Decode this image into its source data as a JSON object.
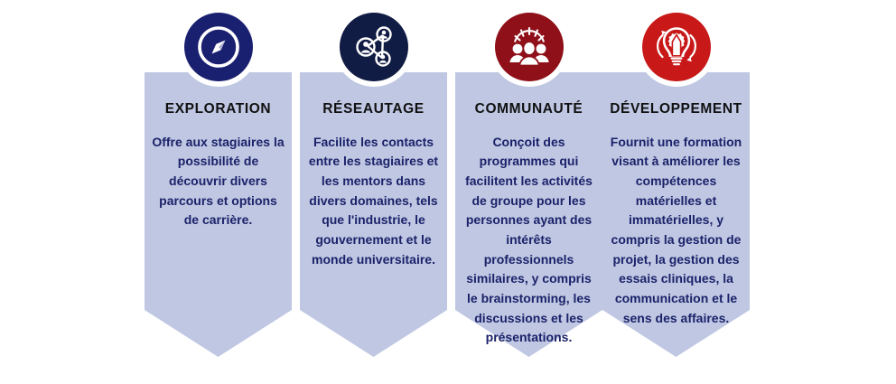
{
  "background_color": "#ffffff",
  "banner_color": "#bfc7e3",
  "title_color": "#111111",
  "body_color": "#1b2269",
  "panels": [
    {
      "icon_name": "compass-icon",
      "icon_color": "#1a2070",
      "title": "EXPLORATION",
      "body": "Offre aux stagiaires la possibilité de découvrir divers parcours et options de carrière."
    },
    {
      "icon_name": "people-network-icon",
      "icon_color": "#111c44",
      "title": "RÉSEAUTAGE",
      "body": "Facilite les contacts entre les stagiaires et les mentors dans divers domaines, tels que l'industrie, le gouvernement et le monde universitaire."
    },
    {
      "icon_name": "community-group-icon",
      "icon_color": "#8f1018",
      "title": "COMMUNAUTÉ",
      "body": "Conçoit des programmes qui facilitent les activités de groupe pour les personnes ayant des intérêts professionnels similaires, y compris le brainstorming, les discussions et les présentations."
    },
    {
      "icon_name": "lightbulb-gear-pencil-icon",
      "icon_color": "#c81818",
      "title": "DÉVELOPPEMENT",
      "body": "Fournit une formation visant à améliorer les compétences matérielles et immatérielles, y compris la gestion de projet, la gestion des essais cliniques, la communication et le sens des affaires."
    }
  ]
}
